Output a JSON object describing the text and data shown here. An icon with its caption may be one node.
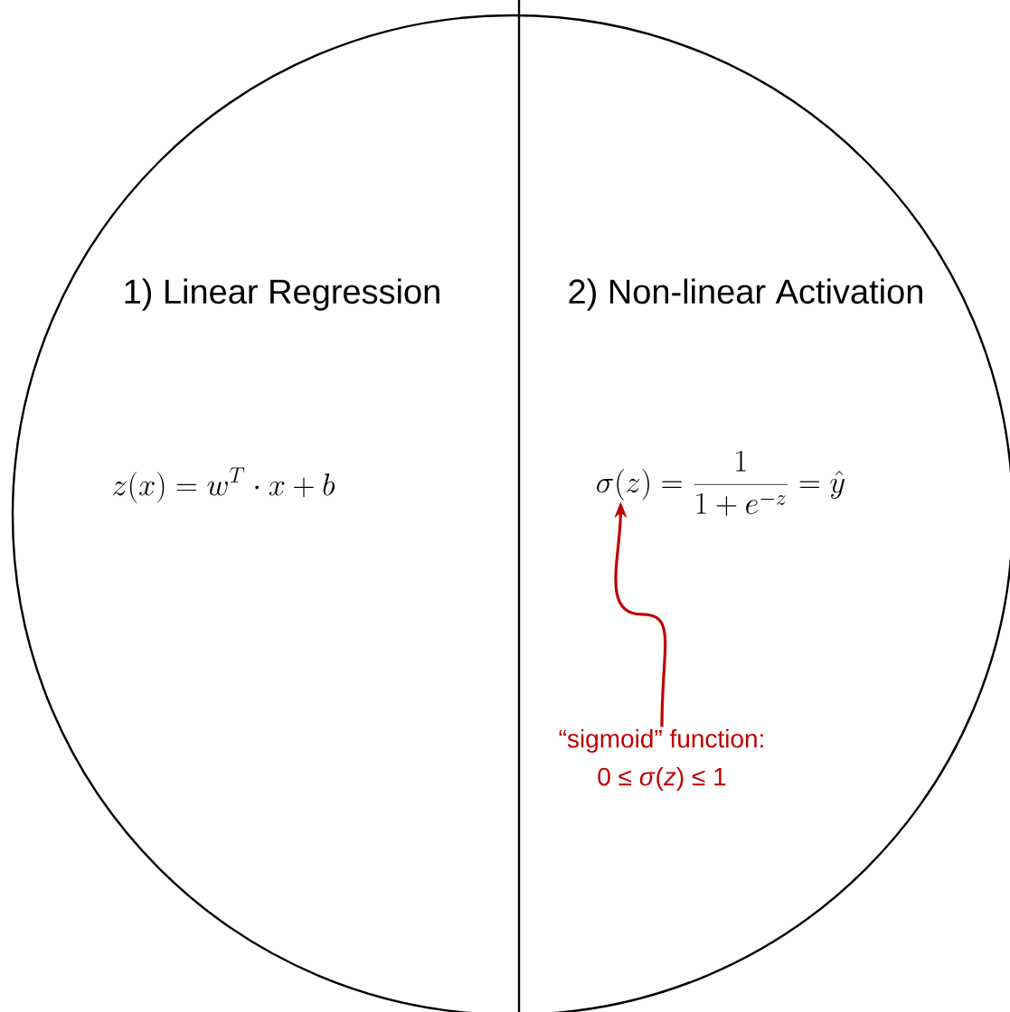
{
  "diagram": {
    "nodes": [
      {
        "text": [
          "1) Linear Regression",
          "z(x) = w^{T} \\cdot x + b"
        ]
      },
      {
        "text": [
          "2) Non-linear Activation",
          "\\sigma(z) = \\frac{1}{1+e^{-z}} = \\hat{y}"
        ]
      },
      {
        "text": [
          "“sigmoid” function:",
          "0 ≤ *σ*(*z*) ≤ 1"
        ]
      }
    ],
    "edges": [
      {
        "from": 2,
        "to": 1,
        "arrow": "to",
        "color": "#c00000"
      }
    ]
  }
}
